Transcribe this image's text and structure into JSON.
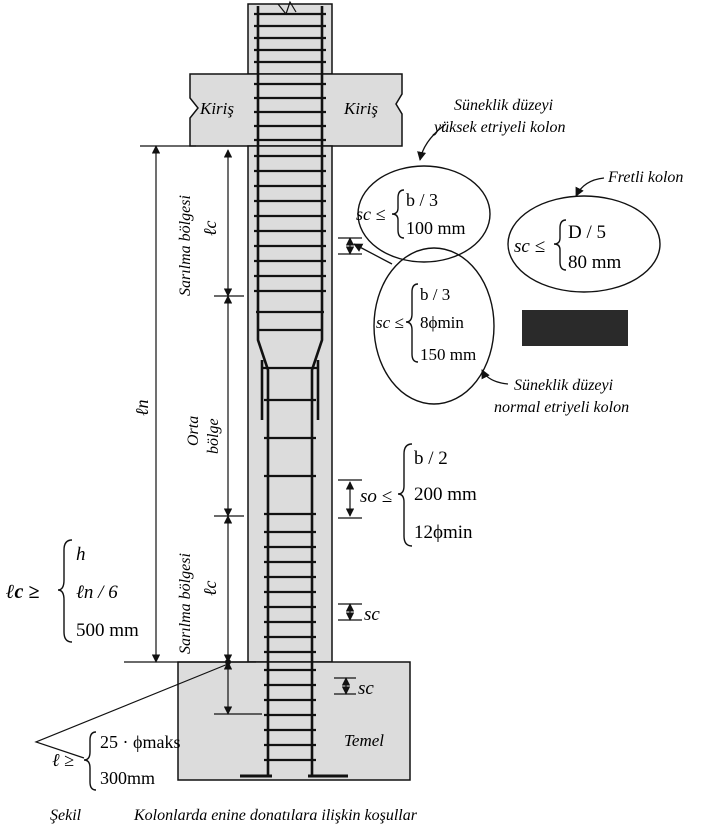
{
  "labels": {
    "beam_left": "Kiriş",
    "beam_right": "Kiriş",
    "confinement_top": "Sarılma bölgesi",
    "confinement_bottom": "Sarılma bölgesi",
    "middle_line1": "Orta",
    "middle_line2": "bölge",
    "lc_top": "ℓc",
    "lc_bottom": "ℓc",
    "ln": "ℓn",
    "foundation": "Temel",
    "caption_prefix": "Şekil",
    "caption": "Kolonlarda enine donatılara ilişkin koşullar"
  },
  "callouts": {
    "high_ductility_line1": "Süneklik düzeyi",
    "high_ductility_line2": "yüksek etriyeli kolon",
    "spiral": "Fretli kolon",
    "normal_ductility_line1": "Süneklik düzeyi",
    "normal_ductility_line2": "normal etriyeli kolon"
  },
  "formulas": {
    "high": {
      "lhs": "sc ≤",
      "a": "b / 3",
      "b": "100 mm"
    },
    "spiral": {
      "lhs": "sc ≤",
      "a": "D / 5",
      "b": "80 mm"
    },
    "normal": {
      "lhs": "sc ≤",
      "a": "b / 3",
      "b": "8ϕmin",
      "c": "150 mm"
    },
    "middle": {
      "lhs": "so ≤",
      "a": "b / 2",
      "b": "200 mm",
      "c": "12ϕmin"
    },
    "lc": {
      "lhs": "ℓc ≥",
      "a": "h",
      "b": "ℓn / 6",
      "c": "500 mm"
    },
    "anchorage": {
      "lhs": "ℓ ≥",
      "a": "25 · ϕmaks",
      "b": "300mm"
    },
    "sc_mid": "sc",
    "sc_found": "sc"
  },
  "colors": {
    "ink": "#111111",
    "concrete": "#dcdcdc",
    "badge": "#2a2a2a"
  }
}
